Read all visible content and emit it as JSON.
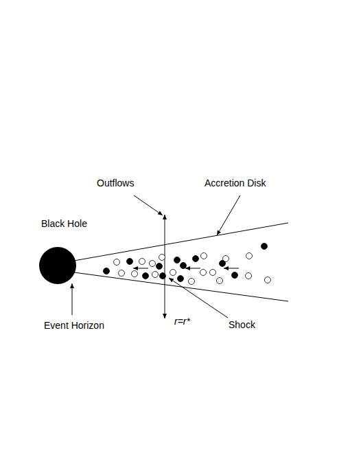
{
  "diagram": {
    "labels": [
      "Outflows",
      "Accretion Disk",
      "Black Hole",
      "Event Horizon",
      "r=r*",
      "Shock"
    ]
  }
}
